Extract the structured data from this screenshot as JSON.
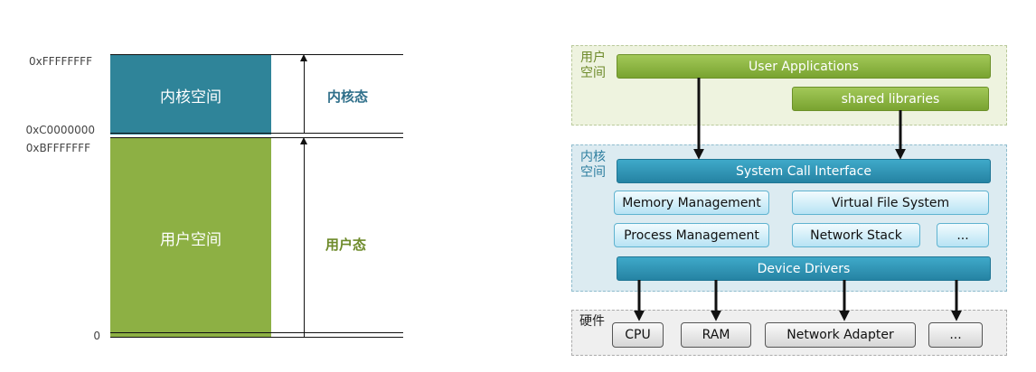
{
  "memory_map": {
    "addresses": {
      "top": "0xFFFFFFFF",
      "kernel_start": "0xC0000000",
      "user_end": "0xBFFFFFFF",
      "bottom": "0"
    },
    "kernel_space_label": "内核空间",
    "user_space_label": "用户空间",
    "kernel_mode_label": "内核态",
    "user_mode_label": "用户态",
    "colors": {
      "kernel": "#2f8499",
      "user": "#8db044"
    }
  },
  "architecture": {
    "user_region_label": "用户空间",
    "kernel_region_label": "内核空间",
    "hardware_region_label": "硬件",
    "user_applications": "User Applications",
    "shared_libraries": "shared libraries",
    "system_call_interface": "System Call Interface",
    "memory_management": "Memory Management",
    "virtual_file_system": "Virtual File System",
    "process_management": "Process Management",
    "network_stack": "Network Stack",
    "kernel_more": "...",
    "device_drivers": "Device Drivers",
    "cpu": "CPU",
    "ram": "RAM",
    "network_adapter": "Network Adapter",
    "hardware_more": "..."
  }
}
